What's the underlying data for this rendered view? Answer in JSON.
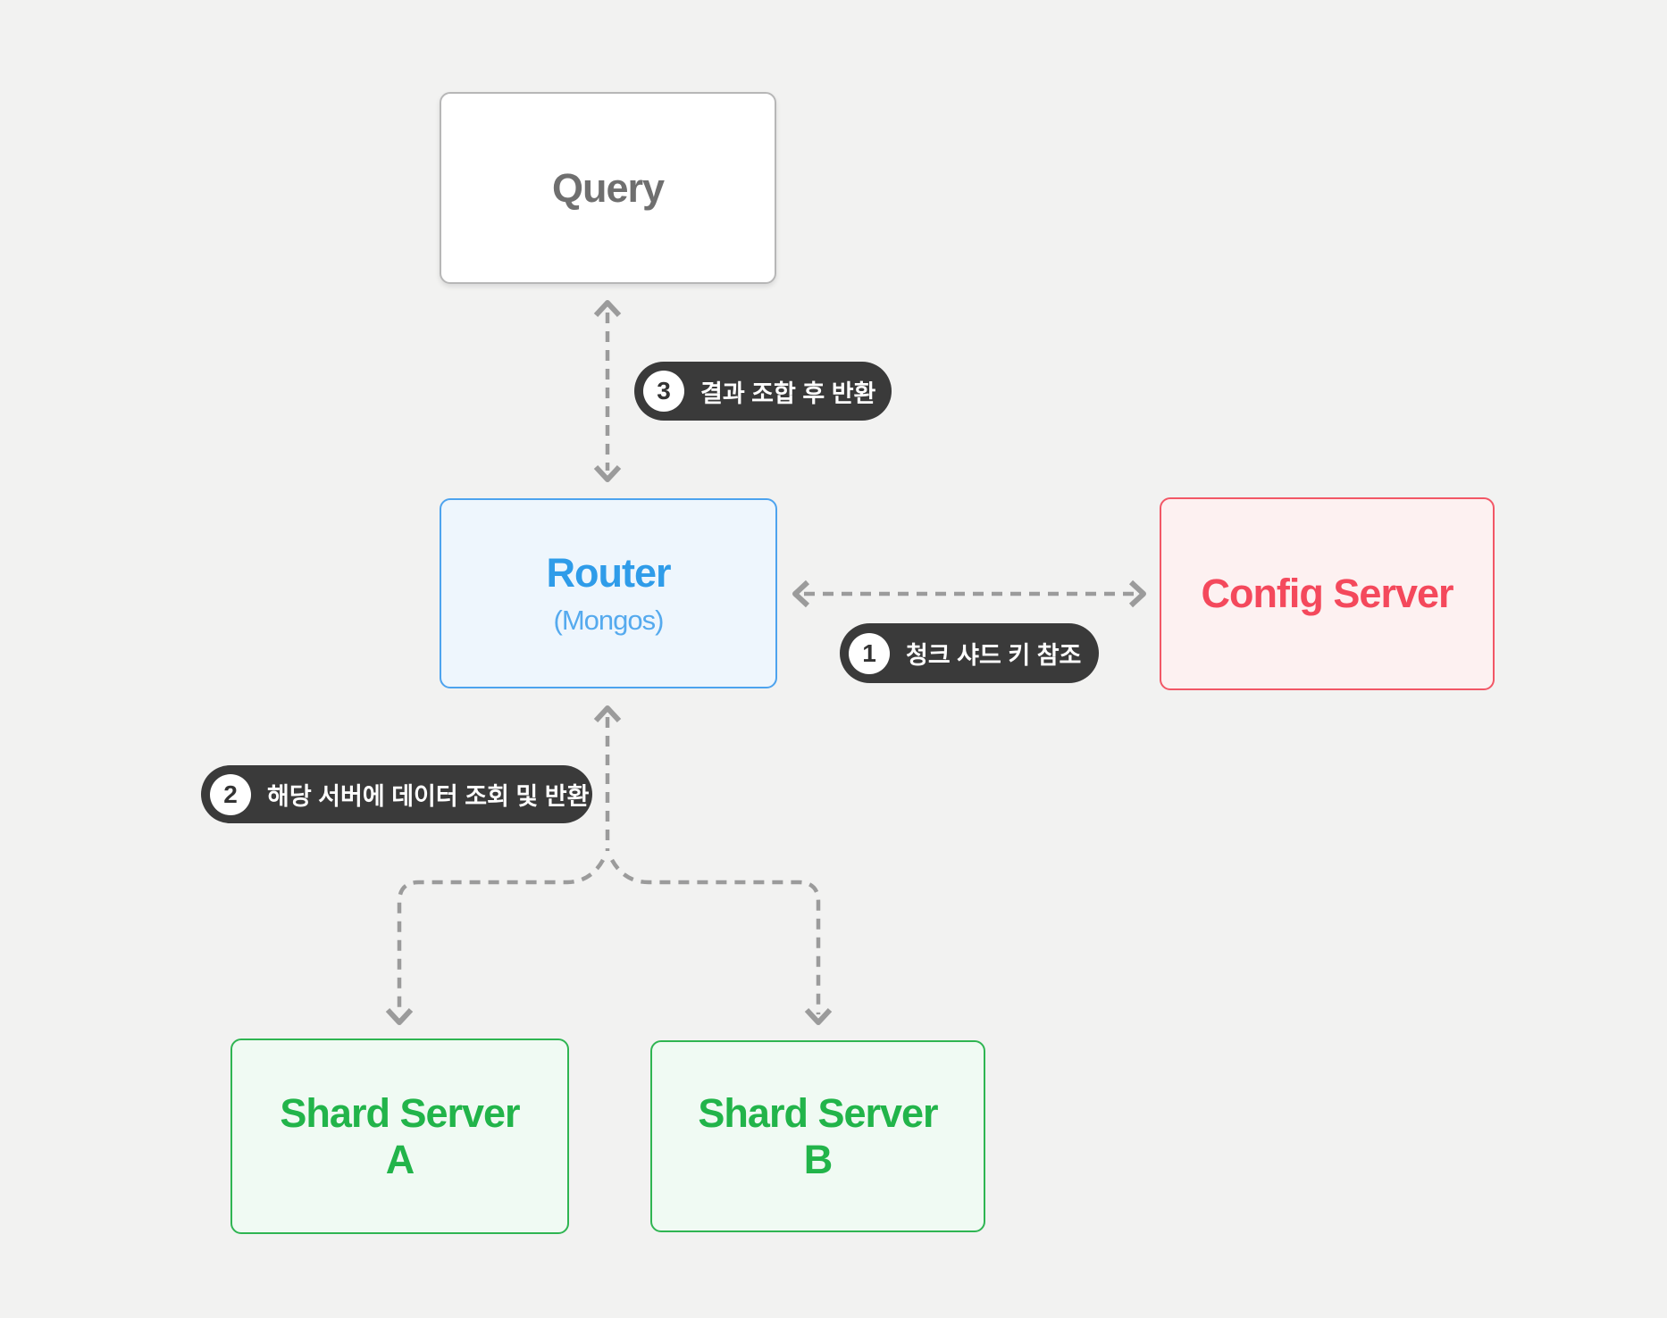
{
  "diagram": {
    "background": "#f2f2f1",
    "nodes": {
      "query": {
        "label": "Query"
      },
      "router": {
        "label": "Router",
        "sublabel": "(Mongos)"
      },
      "config": {
        "label": "Config Server"
      },
      "shard_a": {
        "label": "Shard Server",
        "sublabel": "A"
      },
      "shard_b": {
        "label": "Shard Server",
        "sublabel": "B"
      }
    },
    "steps": [
      {
        "num": "1",
        "text": "청크 샤드 키 참조"
      },
      {
        "num": "2",
        "text": "해당 서버에 데이터 조회 및 반환"
      },
      {
        "num": "3",
        "text": "결과 조합 후 반환"
      }
    ],
    "colors": {
      "query_text": "#6f6f6f",
      "query_border": "#b7b7b7",
      "router_text": "#2f9ce9",
      "router_border": "#4da3ee",
      "router_fill": "#eef6fd",
      "config_text": "#f4495c",
      "config_border": "#f25766",
      "config_fill": "#fdf1f1",
      "shard_text": "#22b44a",
      "shard_border": "#2fb552",
      "shard_fill": "#f0faf3",
      "pill_bg": "#3a3a3a",
      "pill_text": "#ffffff",
      "connector": "#9b9b9b"
    }
  }
}
